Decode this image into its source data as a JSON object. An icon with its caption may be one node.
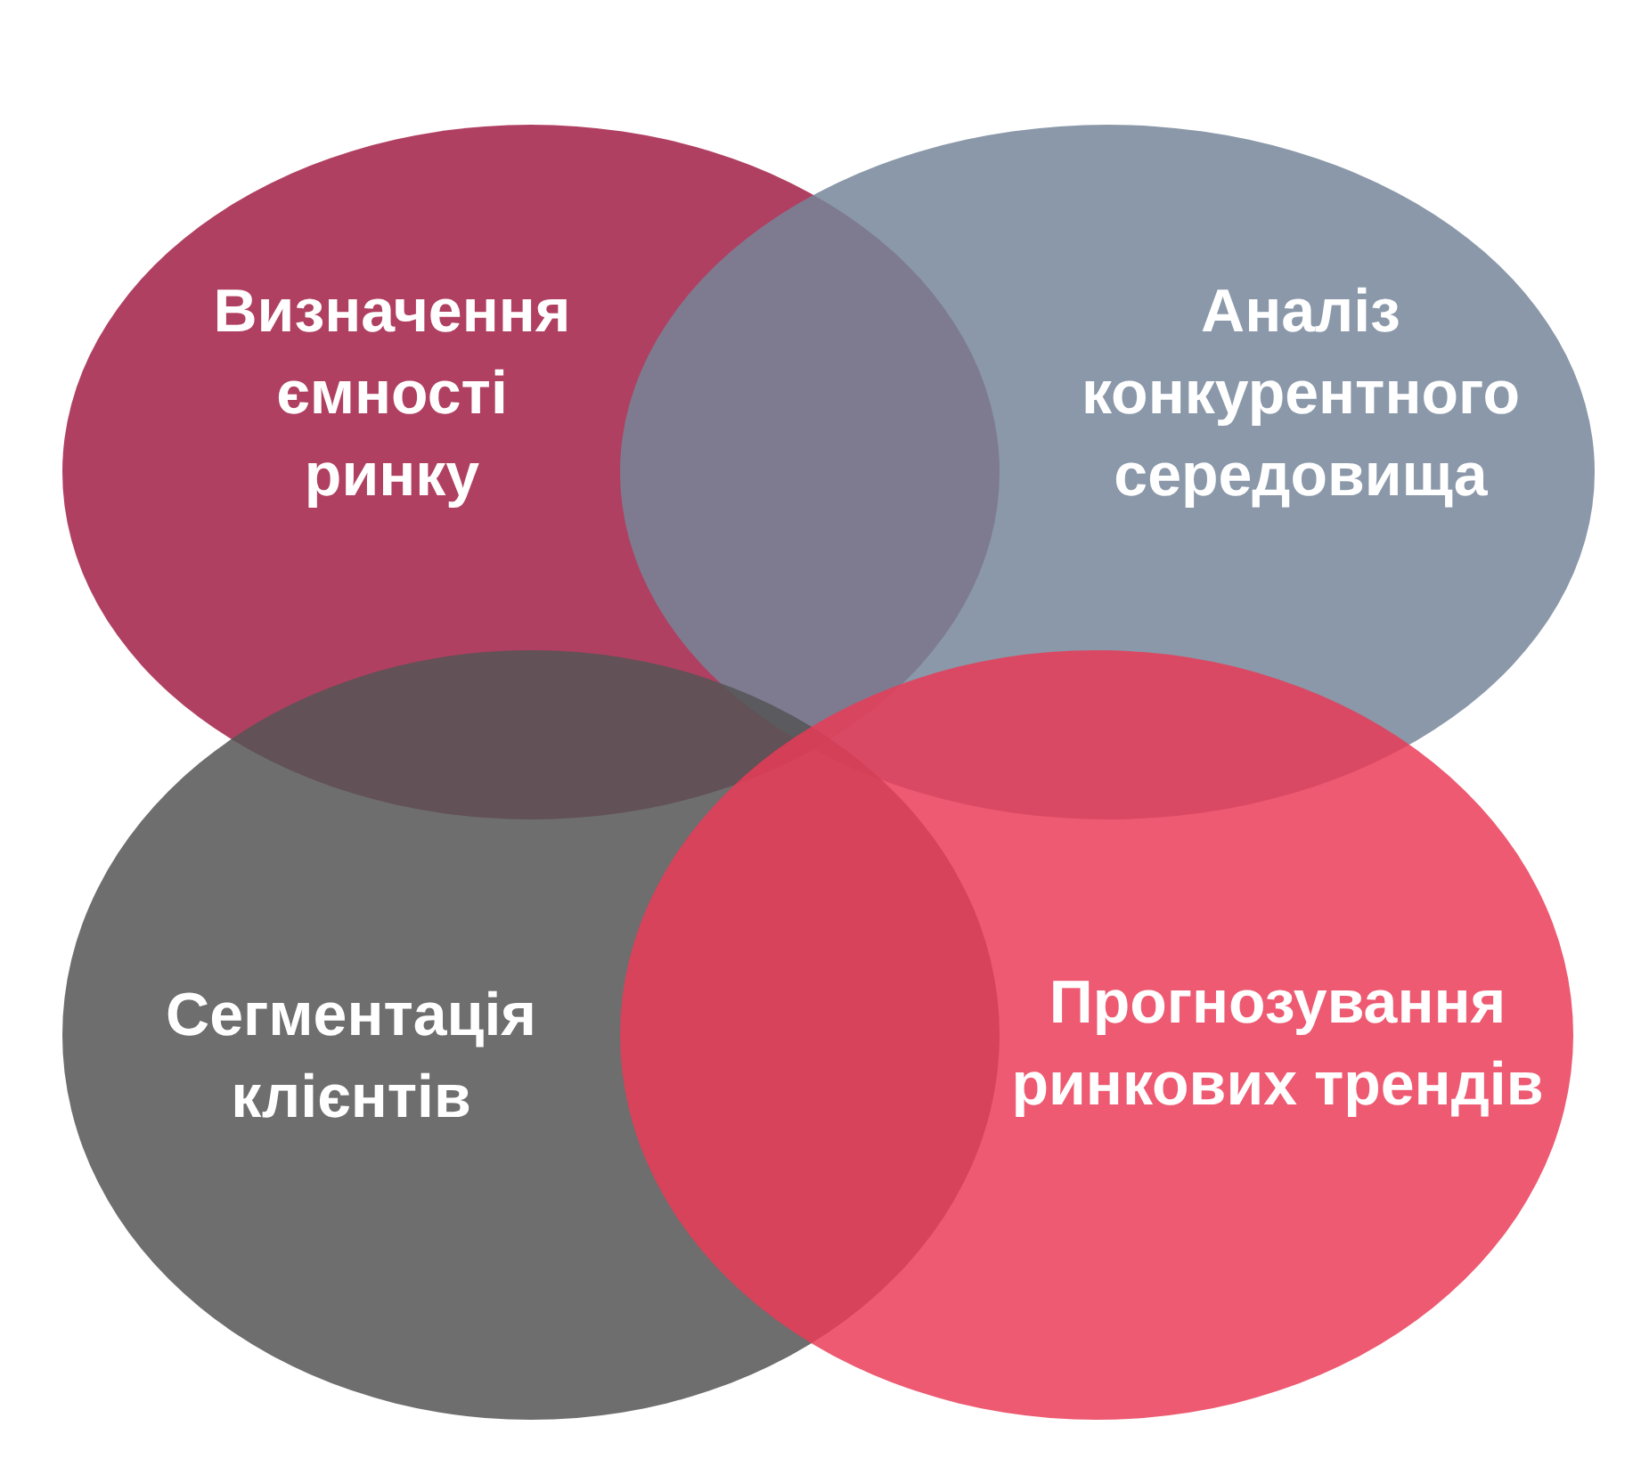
{
  "diagram": {
    "nodes": [
      {
        "text": [
          "Визначення ємності ринку"
        ]
      },
      {
        "text": [
          "Аналіз конкурентного середовища"
        ]
      },
      {
        "text": [
          "Сегментація клієнтів"
        ]
      },
      {
        "text": [
          "Прогнозування ринкових трендів"
        ]
      }
    ]
  }
}
